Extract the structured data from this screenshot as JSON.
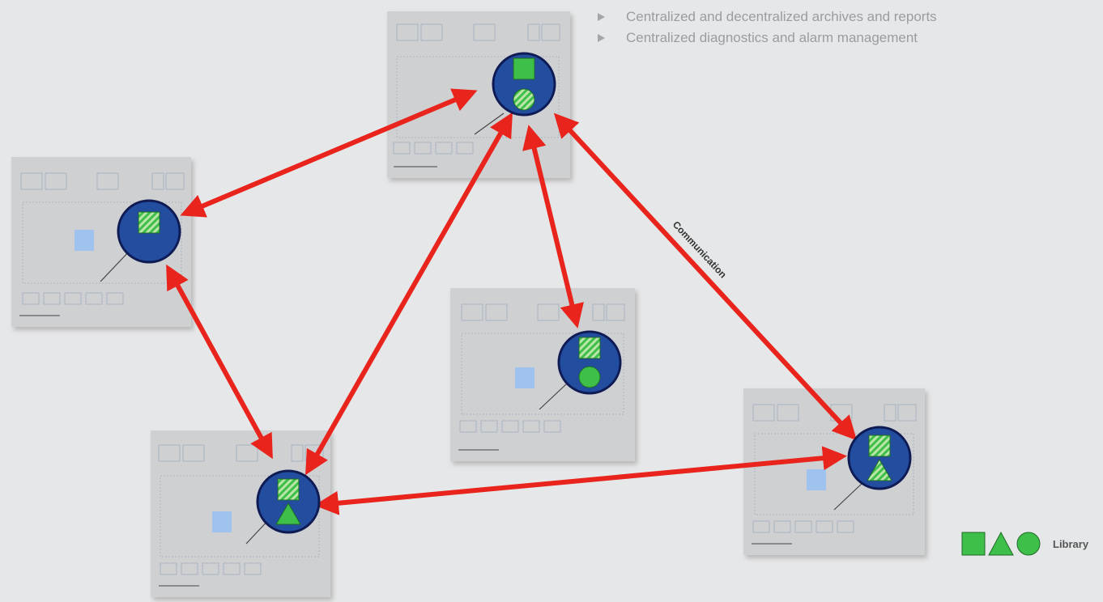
{
  "bullets": [
    "Centralized and decentralized archives and reports",
    "Centralized diagnostics and alarm management"
  ],
  "communication_label": "Communication",
  "legend": {
    "label": "Library",
    "shapes": [
      "square",
      "triangle",
      "circle"
    ]
  },
  "colors": {
    "background": "#e6e7e8",
    "panel": "#cfd0d1",
    "node": "#234ea0",
    "node_ring": "#0f1b55",
    "green": "#3dbf4a",
    "arrow": "#e8241c",
    "bullet_text": "#9a9c9e"
  },
  "nodes": [
    {
      "id": "top",
      "symbols": [
        "square",
        "circle-hatched"
      ]
    },
    {
      "id": "left",
      "symbols": [
        "square-hatched"
      ]
    },
    {
      "id": "center",
      "symbols": [
        "square-hatched",
        "circle"
      ]
    },
    {
      "id": "bottom",
      "symbols": [
        "square-hatched",
        "triangle"
      ]
    },
    {
      "id": "right",
      "symbols": [
        "square-hatched",
        "triangle-hatched"
      ]
    }
  ],
  "links": [
    [
      "top",
      "left"
    ],
    [
      "top",
      "bottom"
    ],
    [
      "top",
      "center"
    ],
    [
      "top",
      "right"
    ],
    [
      "left",
      "bottom"
    ],
    [
      "bottom",
      "right"
    ]
  ]
}
